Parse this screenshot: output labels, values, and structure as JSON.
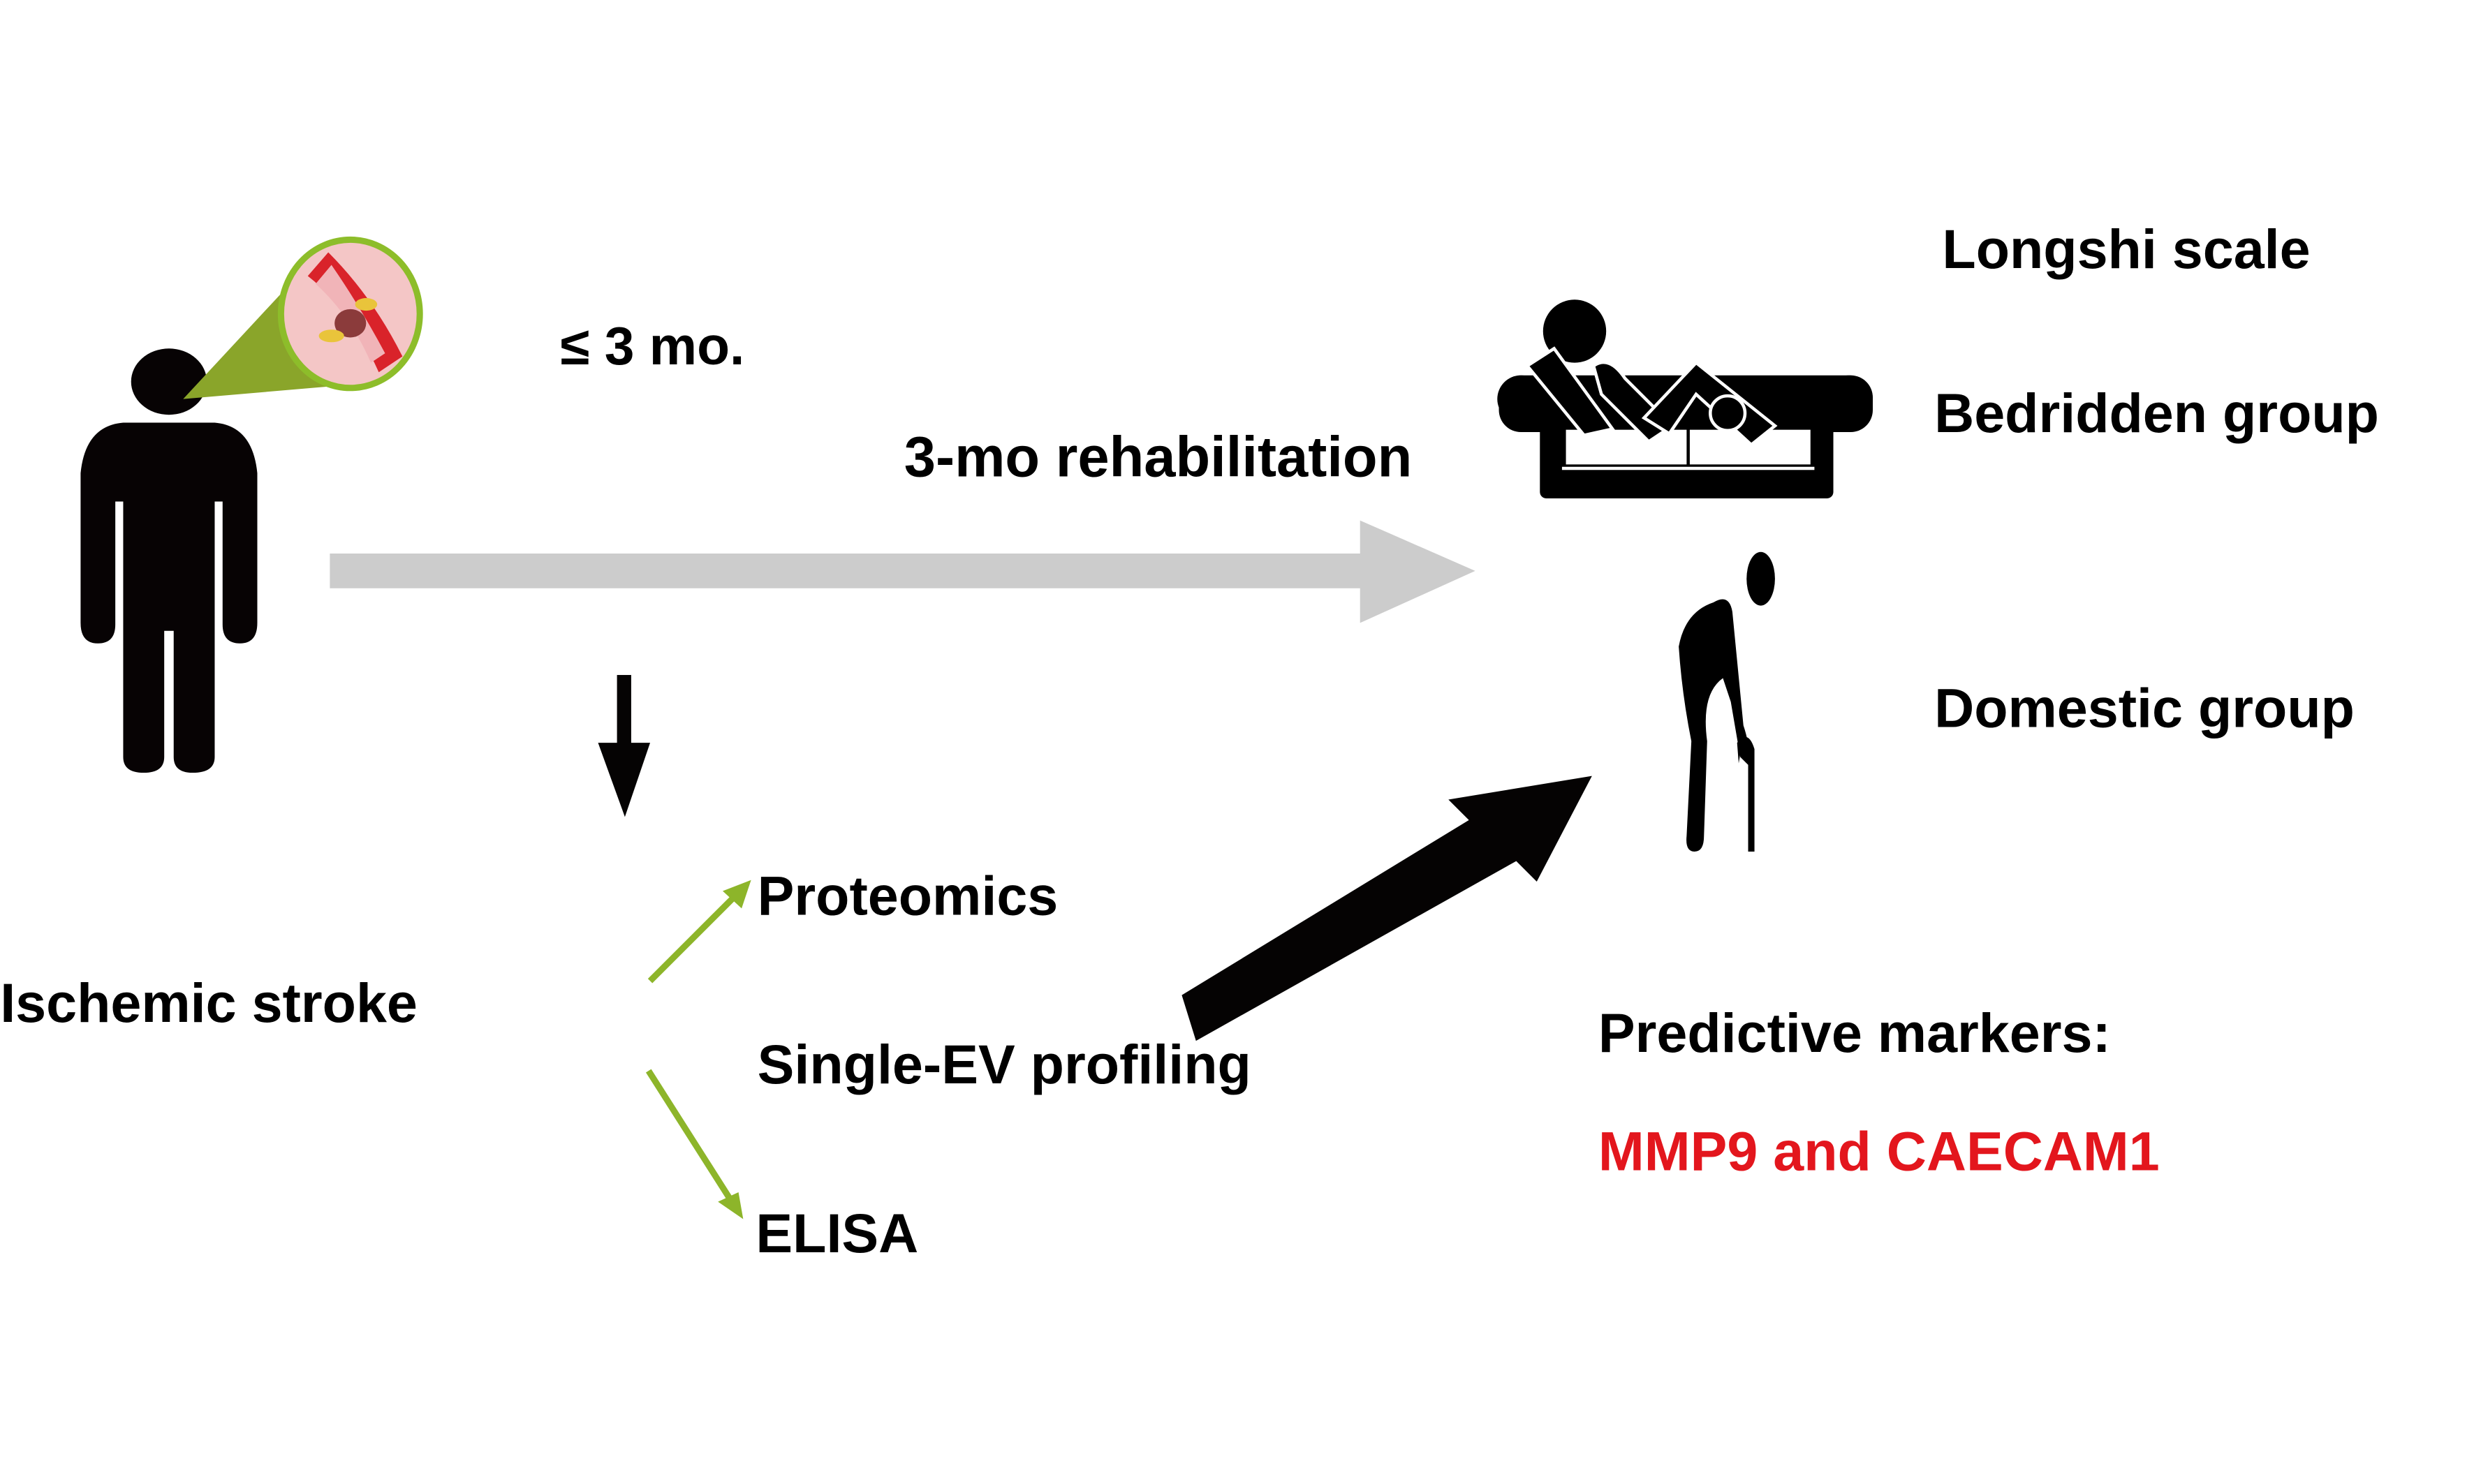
{
  "labels": {
    "duration": "≤ 3 mo.",
    "rehab": "3-mo rehabilitation",
    "scale": "Longshi scale",
    "bedridden": "Bedridden group",
    "domestic": "Domestic group",
    "stroke": "Ischemic stroke",
    "proteomics": "Proteomics",
    "single_ev": "Single-EV profiling",
    "elisa": "ELISA",
    "markers_title": "Predictive markers:",
    "markers_value": "MMP9 and CAECAM1"
  },
  "colors": {
    "accent_green": "#8db52a",
    "timeline_gray": "#cccccc",
    "marker_red": "#e3161d"
  }
}
